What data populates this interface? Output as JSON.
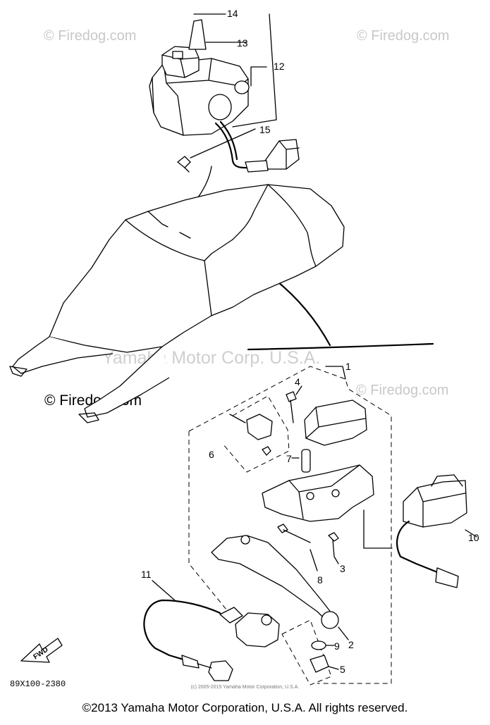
{
  "watermarks": {
    "firedog": "© Firedog.com",
    "yamaha": "Yamaha Motor Corp. U.S.A."
  },
  "callouts": [
    "1",
    "2",
    "3",
    "4",
    "5",
    "6",
    "7",
    "8",
    "9",
    "10",
    "11",
    "12",
    "13",
    "14",
    "15"
  ],
  "fwd_label": "FWD",
  "drawing_code": "89X100-2380",
  "small_copyright": "(c) 2005-2015 Yamaha Motor Corporation, U.S.A.",
  "footer_copyright": "©2013 Yamaha Motor Corporation, U.S.A. All rights reserved."
}
